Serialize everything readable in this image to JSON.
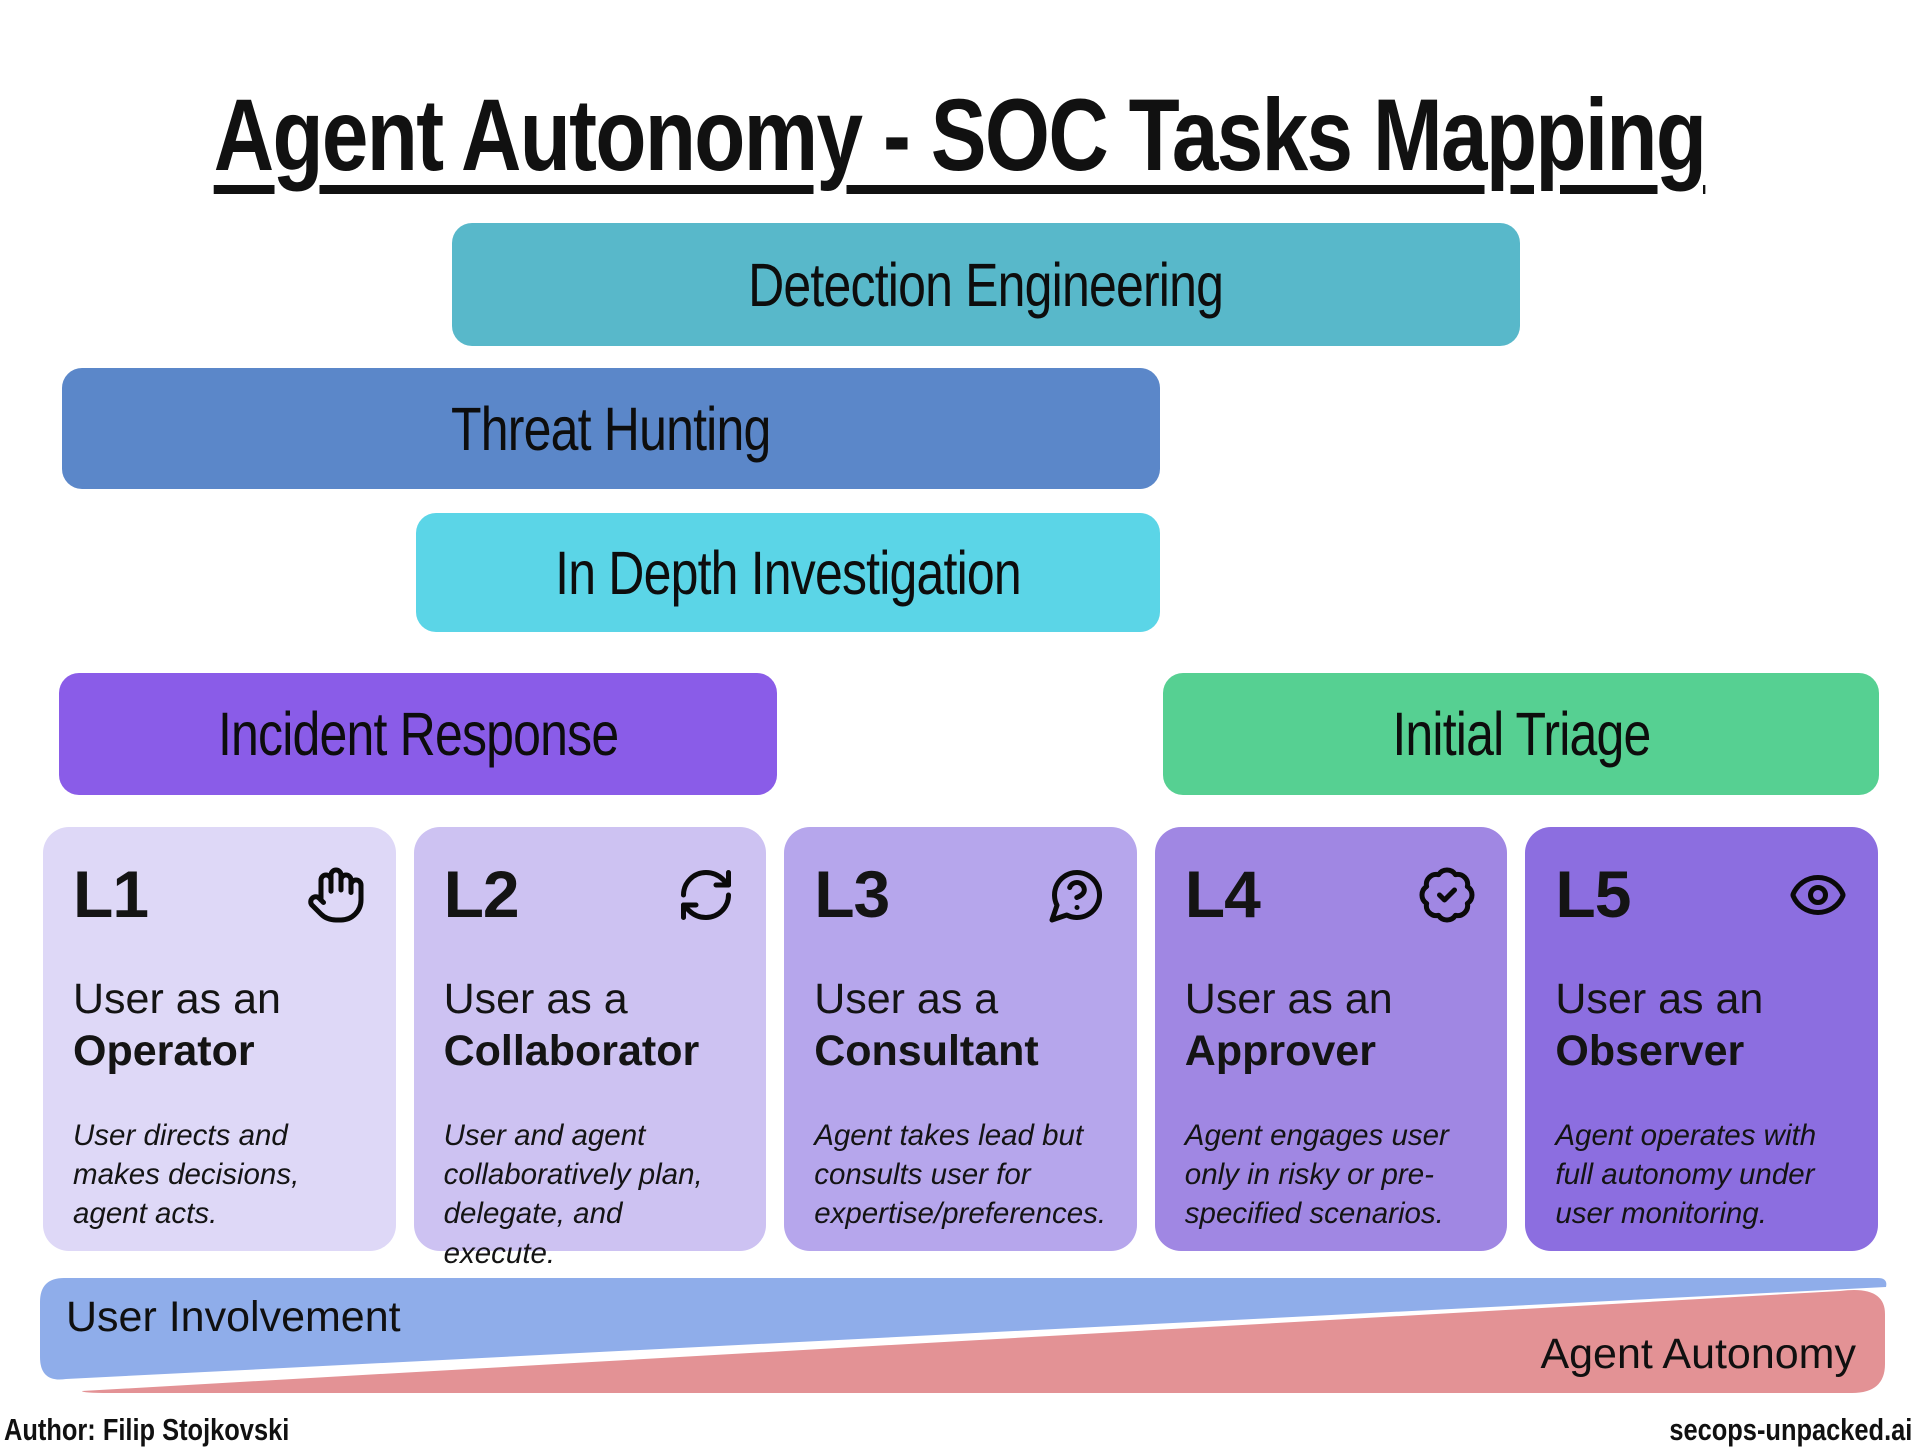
{
  "title": "Agent Autonomy - SOC Tasks Mapping",
  "task_bars": [
    {
      "label": "Detection Engineering",
      "color": "#58b8ca",
      "spans_levels": "L2-L4"
    },
    {
      "label": "Threat Hunting",
      "color": "#5b87c9",
      "spans_levels": "L1-L3"
    },
    {
      "label": "In Depth Investigation",
      "color": "#5bd5e7",
      "spans_levels": "L2-L3"
    },
    {
      "label": "Incident Response",
      "color": "#8a5ce8",
      "spans_levels": "L1-L2"
    },
    {
      "label": "Initial Triage",
      "color": "#56d092",
      "spans_levels": "L4-L5"
    }
  ],
  "levels": [
    {
      "id": "L1",
      "icon": "hand-icon",
      "role_prefix": "User as an",
      "role": "Operator",
      "description": "User directs and makes decisions, agent acts.",
      "bg": "#ded8f7"
    },
    {
      "id": "L2",
      "icon": "sync-arrows-icon",
      "role_prefix": "User as a",
      "role": "Collaborator",
      "description": "User and agent collaboratively plan, delegate, and execute.",
      "bg": "#cdc2f2"
    },
    {
      "id": "L3",
      "icon": "question-bubble-icon",
      "role_prefix": "User as a",
      "role": "Consultant",
      "description": "Agent takes lead but consults user for expertise/preferences.",
      "bg": "#b6a6ec"
    },
    {
      "id": "L4",
      "icon": "badge-check-icon",
      "role_prefix": "User as an",
      "role": "Approver",
      "description": "Agent engages user only in risky or pre-specified scenarios.",
      "bg": "#a087e3"
    },
    {
      "id": "L5",
      "icon": "eye-icon",
      "role_prefix": "User as an",
      "role": "Observer",
      "description": "Agent operates with full autonomy under user monitoring.",
      "bg": "#8c6ee0"
    }
  ],
  "spectrum": {
    "left_label": "User Involvement",
    "right_label": "Agent Autonomy",
    "left_color": "#8fadea",
    "right_color": "#e39295"
  },
  "footer": {
    "author": "Author: Filip Stojkovski",
    "site": "secops-unpacked.ai"
  }
}
